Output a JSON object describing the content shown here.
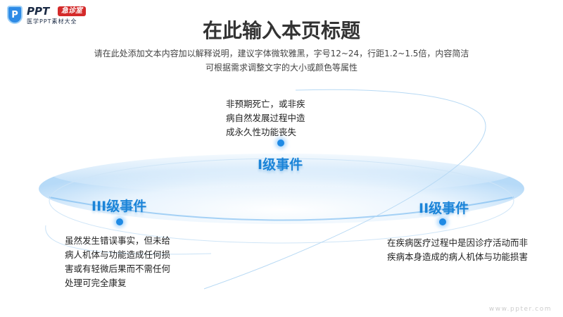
{
  "logo": {
    "brand": "PPT",
    "tag": "急诊室",
    "subtitle": "医学PPT素材大全",
    "icon": "shield-p-icon"
  },
  "header": {
    "title": "在此输入本页标题",
    "subtitle_lines": [
      "请在此处添加文本内容加以解释说明，建议字体微软雅黑，字号12~24，行距1.2~1.5倍，内容简洁",
      "可根据需求调整文字的大小或颜色等属性"
    ]
  },
  "events": [
    {
      "label": "I级事件",
      "desc": "非预期死亡，或非疾病自然发展过程中造成永久性功能丧失"
    },
    {
      "label": "II级事件",
      "desc": "在疾病医疗过程中是因诊疗活动而非疾病本身造成的病人机体与功能损害"
    },
    {
      "label": "III级事件",
      "desc": "虽然发生错误事实，但未给病人机体与功能造成任何损害或有轻微后果而不需任何处理可完全康复"
    }
  ],
  "watermark": "www.ppter.com",
  "colors": {
    "accent": "#1b84d8",
    "text": "#333333"
  }
}
